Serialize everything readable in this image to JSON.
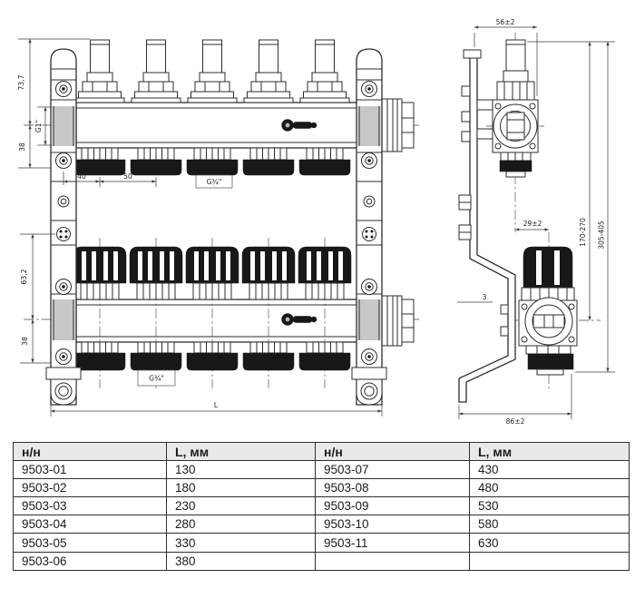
{
  "front_view": {
    "label": "manifold front view",
    "dims": {
      "height_top": "73,7",
      "inlet_thread": "G1\"",
      "offset_top": "38",
      "first_outlet": "40",
      "outlet_spacing": "50",
      "outlet_thread_top": "G¾\"",
      "height_bottom": "63,2",
      "offset_bottom": "38",
      "outlet_thread_bottom": "G¾\"",
      "overall_length": "L"
    }
  },
  "side_view": {
    "label": "manifold side view",
    "dims": {
      "top_width": "56±2",
      "axis_offset": "29±2",
      "range_inner": "170-270",
      "range_outer": "305-405",
      "bracket_thickness": "3",
      "overall_depth": "86±2"
    }
  },
  "table": {
    "headers": [
      "н/н",
      "L, мм",
      "н/н",
      "L, мм"
    ],
    "rows": [
      [
        "9503-01",
        "130",
        "9503-07",
        "430"
      ],
      [
        "9503-02",
        "180",
        "9503-08",
        "480"
      ],
      [
        "9503-03",
        "230",
        "9503-09",
        "530"
      ],
      [
        "9503-04",
        "280",
        "9503-10",
        "580"
      ],
      [
        "9503-05",
        "330",
        "9503-11",
        "630"
      ],
      [
        "9503-06",
        "380",
        "",
        ""
      ]
    ]
  },
  "colors": {
    "line": "#2d2d2d",
    "dark_fill": "#181818",
    "clamp_gray": "#c7c7c7",
    "table_border": "#2e2e2e",
    "table_header_bg": "#e9e9e9",
    "text": "#1c1c1c",
    "background": "#ffffff"
  }
}
